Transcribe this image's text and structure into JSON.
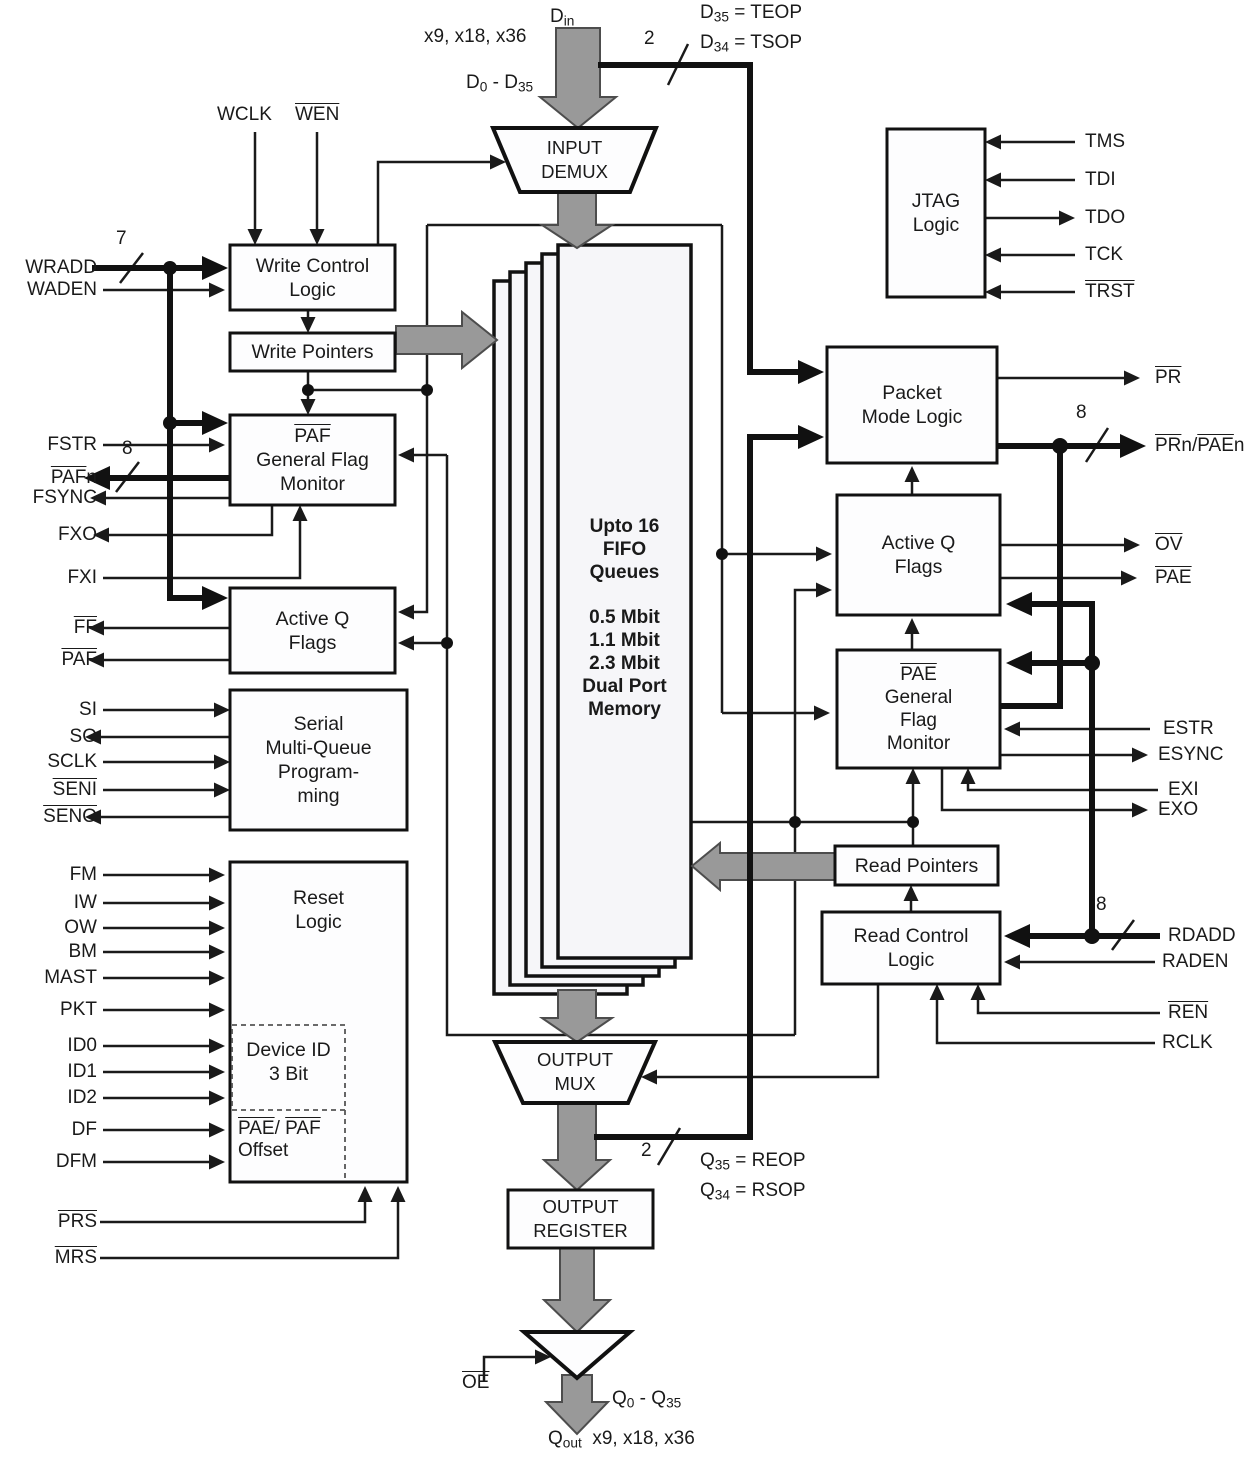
{
  "title": "Multi-Queue FIFO Block Diagram",
  "colors": {
    "line": "#1a1a1a",
    "bus": "#111111",
    "box_border": "#111111",
    "box_fill": "#fdfdfe",
    "memory_fill": "#f6f6f9",
    "gray_arrow_fill": "#999999",
    "gray_arrow_outline": "#4d4d4d",
    "background": "#ffffff"
  },
  "top": {
    "din": {
      "base": "D",
      "sub": "in"
    },
    "width_label": "x9, x18, x36",
    "dbus": {
      "p1": "D",
      "s1": "0",
      "p2": " - D",
      "s2": "35"
    },
    "slash2": "2",
    "teop": {
      "p1": "D",
      "s1": "35",
      "p2": " = TEOP"
    },
    "tsop": {
      "p1": "D",
      "s1": "34",
      "p2": " = TSOP"
    }
  },
  "bottom": {
    "slash2": "2",
    "reop": {
      "p1": "Q",
      "s1": "35",
      "p2": " = REOP"
    },
    "rsop": {
      "p1": "Q",
      "s1": "34",
      "p2": " = RSOP"
    },
    "qbus": {
      "p1": "Q",
      "s1": "0",
      "p2": " - Q",
      "s2": "35"
    },
    "qout": {
      "base": "Q",
      "sub": "out",
      "rest": "x9, x18, x36"
    },
    "oe": "OE"
  },
  "slashes": {
    "wradd_bits": "7",
    "pafn_bits": "8",
    "prn_bits": "8",
    "rdadd_bits": "8"
  },
  "boxes": {
    "input_demux": {
      "l1": "INPUT",
      "l2": "DEMUX"
    },
    "write_control": {
      "l1": "Write Control",
      "l2": "Logic"
    },
    "write_pointers": {
      "l1": "Write Pointers"
    },
    "paf_gfm": {
      "l1": "PAF",
      "l2": "General Flag",
      "l3": "Monitor"
    },
    "active_q_left": {
      "l1": "Active Q",
      "l2": "Flags"
    },
    "serial_prog": {
      "l1": "Serial",
      "l2": "Multi-Queue",
      "l3": "Program-",
      "l4": "ming"
    },
    "reset_logic": {
      "l1": "Reset",
      "l2": "Logic"
    },
    "device_id": {
      "l1": "Device ID",
      "l2": "3 Bit"
    },
    "offset": {
      "pae": "PAE",
      "sep": "/ ",
      "paf": "PAF",
      "l2": "Offset"
    },
    "memory": {
      "l1": "Upto 16",
      "l2": "FIFO",
      "l3": "Queues",
      "l4": "0.5 Mbit",
      "l5": "1.1 Mbit",
      "l6": "2.3 Mbit",
      "l7": "Dual Port",
      "l8": "Memory"
    },
    "jtag": {
      "l1": "JTAG",
      "l2": "Logic"
    },
    "packet_mode": {
      "l1": "Packet",
      "l2": "Mode Logic"
    },
    "active_q_right": {
      "l1": "Active Q",
      "l2": "Flags"
    },
    "pae_gfm": {
      "l1": "PAE",
      "l2": "General",
      "l3": "Flag",
      "l4": "Monitor"
    },
    "read_pointers": {
      "l1": "Read Pointers"
    },
    "read_control": {
      "l1": "Read Control",
      "l2": "Logic"
    },
    "output_mux": {
      "l1": "OUTPUT",
      "l2": "MUX"
    },
    "output_register": {
      "l1": "OUTPUT",
      "l2": "REGISTER"
    }
  },
  "signals": {
    "wclk": "WCLK",
    "wen": "WEN",
    "wradd": "WRADD",
    "waden": "WADEN",
    "fstr": "FSTR",
    "pafn": {
      "p1": "PAF",
      "p2": "n"
    },
    "fsync": "FSYNC",
    "fxo": "FXO",
    "fxi": "FXI",
    "ff": "FF",
    "paf": "PAF",
    "si": "SI",
    "so": "SO",
    "sclk": "SCLK",
    "seni": "SENI",
    "seno": "SENO",
    "fm": "FM",
    "iw": "IW",
    "ow": "OW",
    "bm": "BM",
    "mast": "MAST",
    "pkt": "PKT",
    "id0": "ID0",
    "id1": "ID1",
    "id2": "ID2",
    "df": "DF",
    "dfm": "DFM",
    "prs": "PRS",
    "mrs": "MRS",
    "tms": "TMS",
    "tdi": "TDI",
    "tdo": "TDO",
    "tck": "TCK",
    "trst": "TRST",
    "pr": "PR",
    "prn_paen": {
      "p1": "PR",
      "p2": "n/",
      "p3": "PAE",
      "p4": "n"
    },
    "ov": "OV",
    "pae": "PAE",
    "estr": "ESTR",
    "esync": "ESYNC",
    "exi": "EXI",
    "exo": "EXO",
    "rdadd": "RDADD",
    "raden": "RADEN",
    "ren": "REN",
    "rclk": "RCLK"
  }
}
